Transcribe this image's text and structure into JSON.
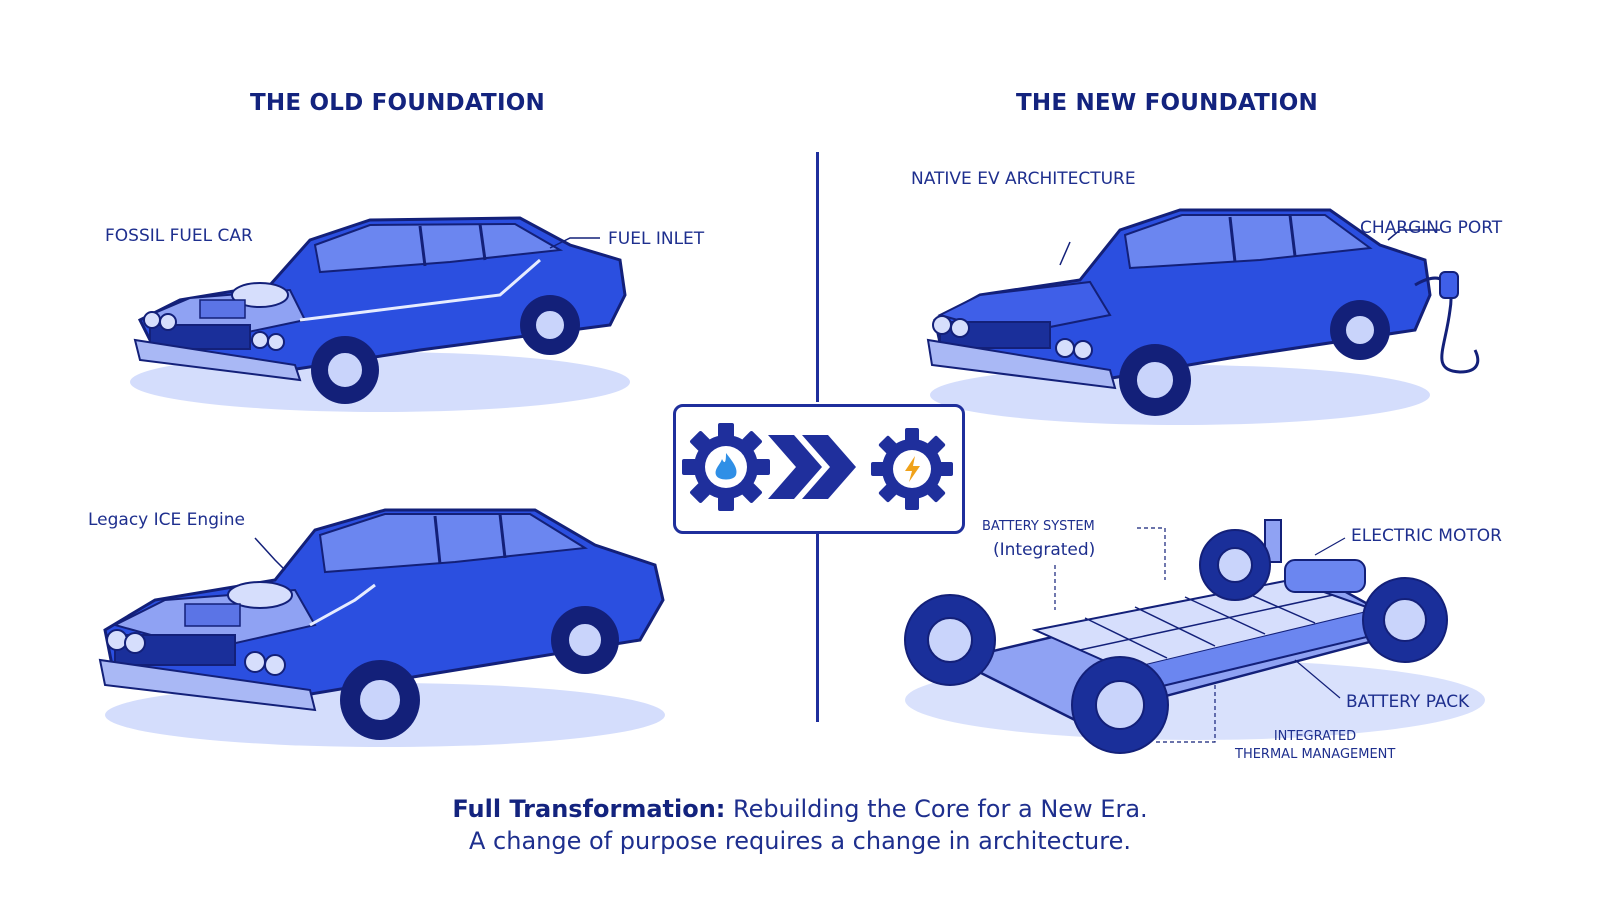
{
  "old": {
    "heading": "THE OLD FOUNDATION",
    "top_car_label": "FOSSIL FUEL CAR",
    "fuel_inlet_label": "FUEL INLET",
    "engine_label": "Legacy ICE  Engine"
  },
  "new": {
    "heading": "THE NEW FOUNDATION",
    "architecture_label": "NATIVE EV ARCHITECTURE",
    "charging_port_label": "CHARGING PORT",
    "battery_system_label": "BATTERY SYSTEM",
    "battery_system_sub": "(Integrated)",
    "electric_motor_label": "ELECTRIC MOTOR",
    "battery_pack_label": "BATTERY PACK",
    "thermal_label_line1": "INTEGRATED",
    "thermal_label_line2": "THERMAL MANAGEMENT"
  },
  "transition": {
    "left_icon": "gear-flame-icon",
    "middle_icon": "double-chevron-right-icon",
    "right_icon": "gear-lightning-icon"
  },
  "caption": {
    "bold": "Full Transformation:",
    "rest": " Rebuilding the Core for a New Era.",
    "line2": "A change of purpose requires a change in architecture."
  },
  "colors": {
    "primary": "#1f2f9c",
    "car_blue": "#2b4fe0",
    "car_light": "#6b86f0",
    "shadow": "#c9d4fb",
    "flame": "#2f8fe6",
    "bolt": "#f0a21a"
  }
}
